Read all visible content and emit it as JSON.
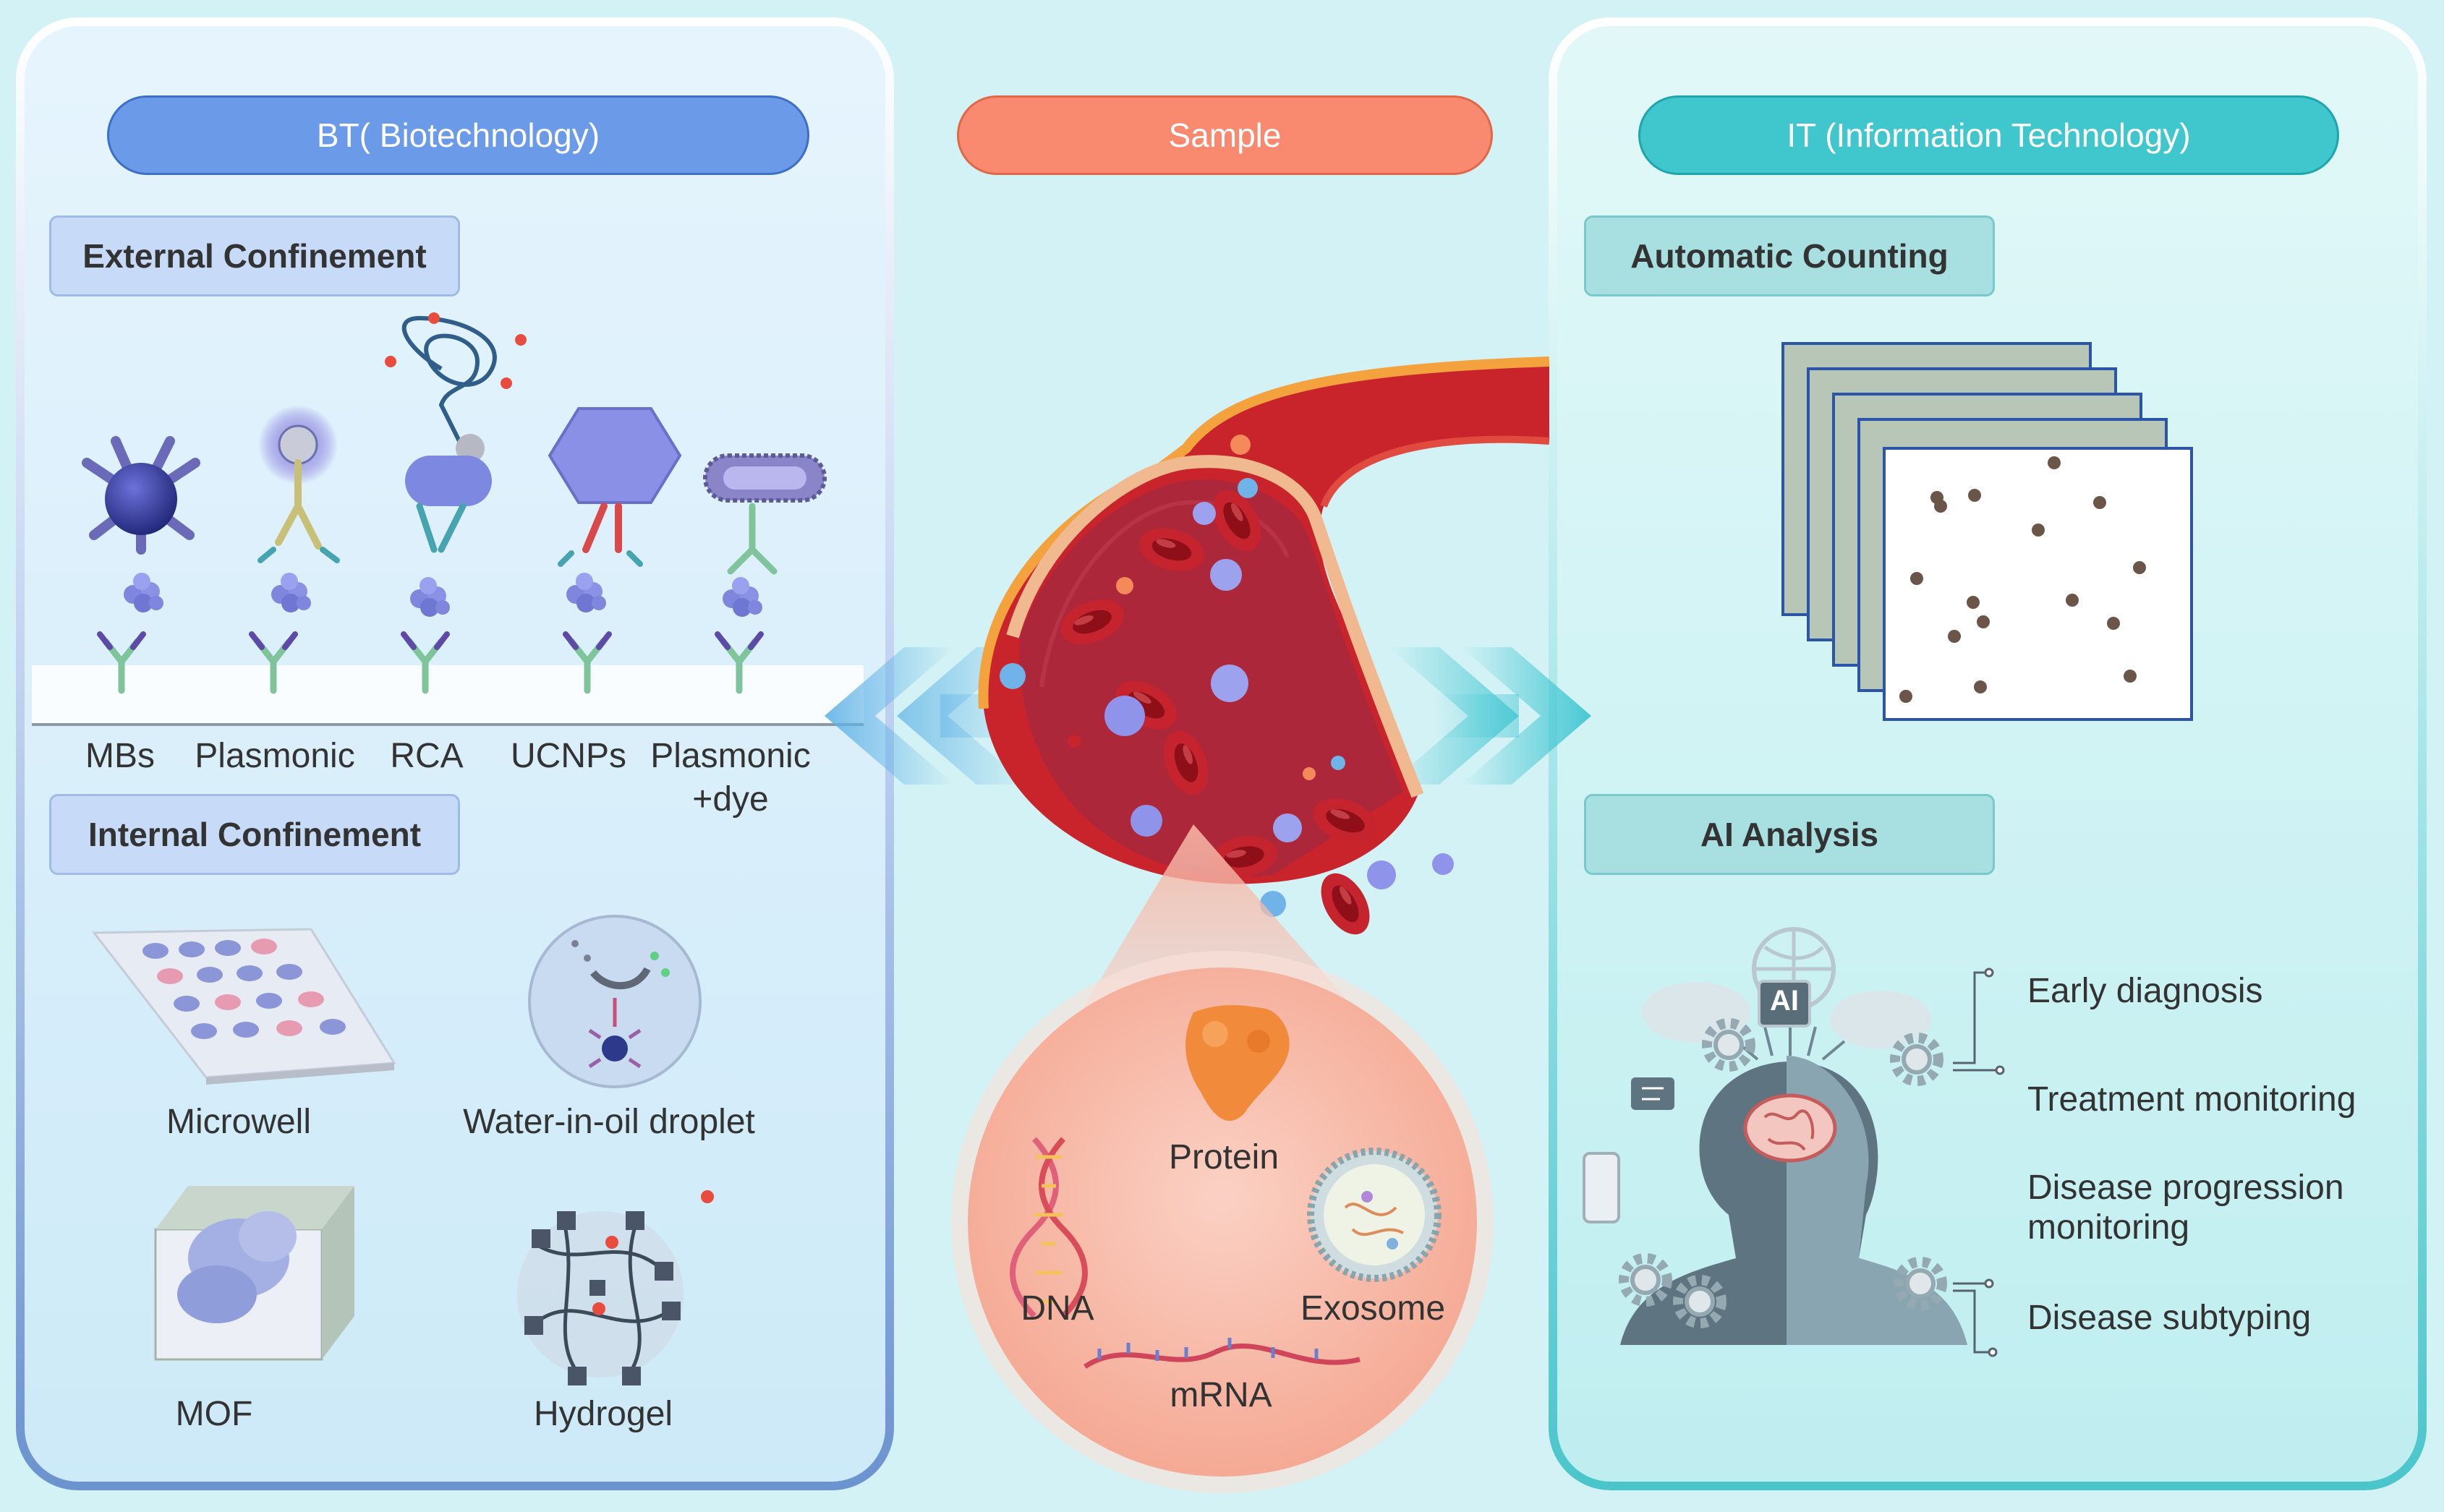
{
  "headers": {
    "bt": "BT( Biotechnology)",
    "sample": "Sample",
    "it": "IT (Information Technology)"
  },
  "bt_panel": {
    "external_title": "External Confinement",
    "external_items": [
      "MBs",
      "Plasmonic",
      "RCA",
      "UCNPs",
      "Plasmonic"
    ],
    "external_item5_line2": "+dye",
    "internal_title": "Internal Confinement",
    "internal_items": [
      "Microwell",
      "Water-in-oil droplet",
      "MOF",
      "Hydrogel"
    ]
  },
  "sample_panel": {
    "analytes": [
      "Protein",
      "DNA",
      "Exosome",
      "mRNA"
    ]
  },
  "it_panel": {
    "counting_title": "Automatic Counting",
    "ai_title": "AI Analysis",
    "ai_chip": "AI",
    "outputs": [
      "Early diagnosis",
      "Treatment monitoring",
      "Disease progression",
      "Disease subtyping"
    ],
    "output3_line2": "monitoring"
  },
  "colors": {
    "bt_pill": "#6b9ae8",
    "sample_pill": "#f98a6f",
    "it_pill": "#40c7cd",
    "bt_sub": "#c7dbf8",
    "it_sub": "#a8e0e2",
    "blood_vessel": "#c9242b"
  }
}
